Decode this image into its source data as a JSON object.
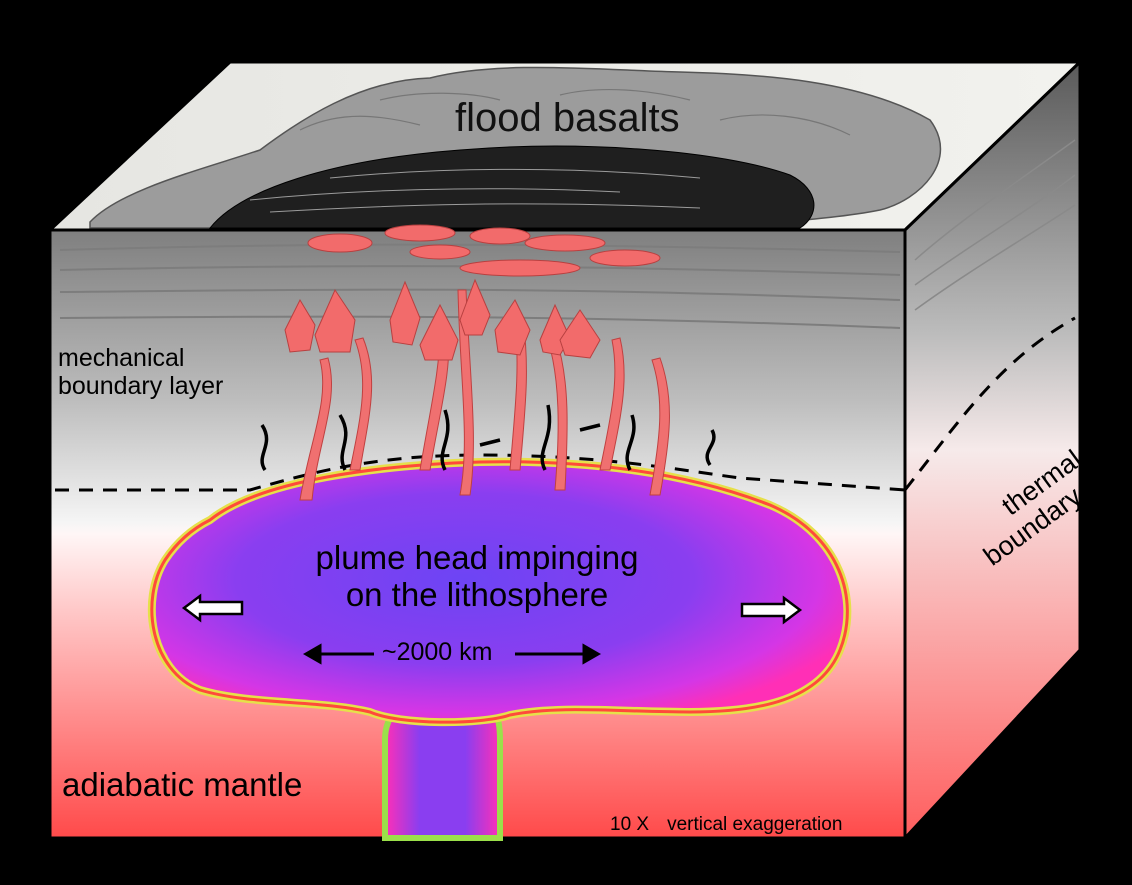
{
  "labels": {
    "flood_basalts": "flood basalts",
    "mechanical_line1": "mechanical",
    "mechanical_line2": "boundary layer",
    "thermal_line1": "thermal",
    "thermal_line2": "boundary layer",
    "plume_line1": "plume head impinging",
    "plume_line2": "on the lithosphere",
    "distance": "~2000 km",
    "adiabatic": "adiabatic mantle",
    "exaggeration_factor": "10 X",
    "exaggeration_text": "vertical exaggeration"
  },
  "colors": {
    "background": "#000000",
    "plume_core": "#7a3cf0",
    "plume_edge": "#ff3aa8",
    "mantle": "#ff5a5a",
    "magma": "#f26b6b"
  }
}
